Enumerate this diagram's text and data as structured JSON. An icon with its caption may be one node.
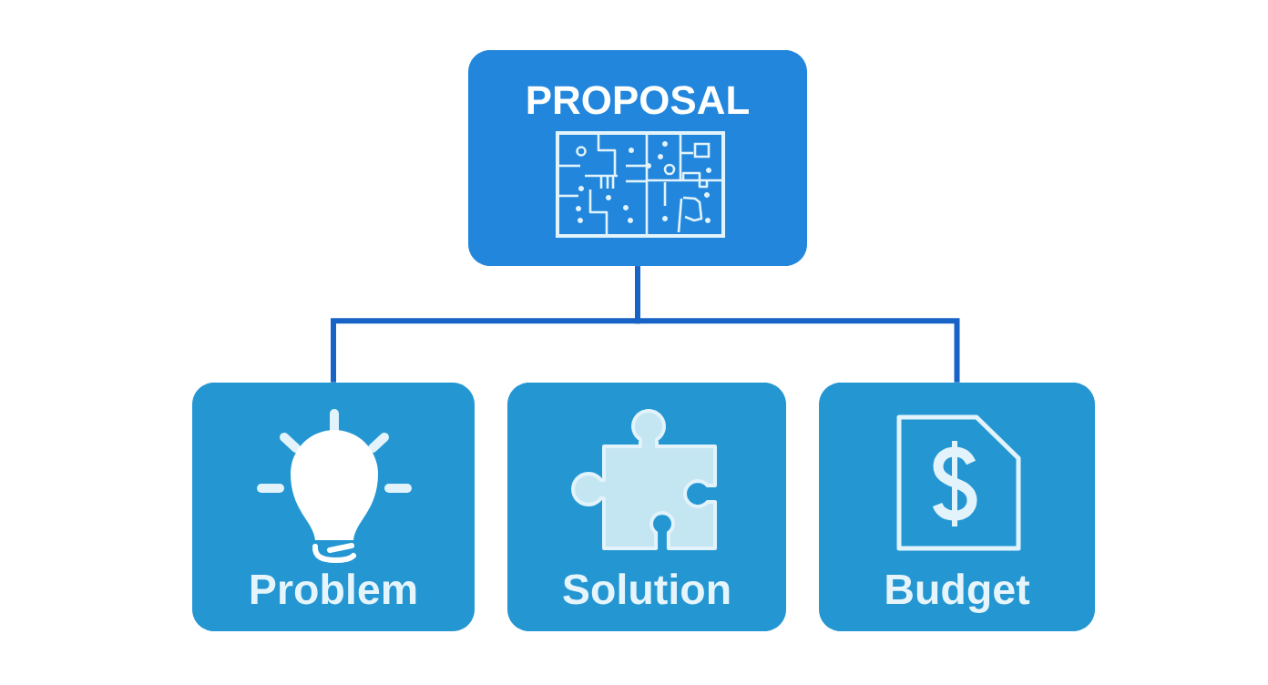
{
  "diagram": {
    "nodes": [
      {
        "text": [
          "PROPOSAL"
        ]
      },
      {
        "text": [
          "Problem"
        ]
      },
      {
        "text": [
          "Solution"
        ]
      },
      {
        "text": [
          "Budget"
        ]
      }
    ],
    "edges": [
      {
        "from": 0,
        "to": 1,
        "arrow": "none"
      },
      {
        "from": 0,
        "to": 3,
        "arrow": "none"
      }
    ]
  }
}
